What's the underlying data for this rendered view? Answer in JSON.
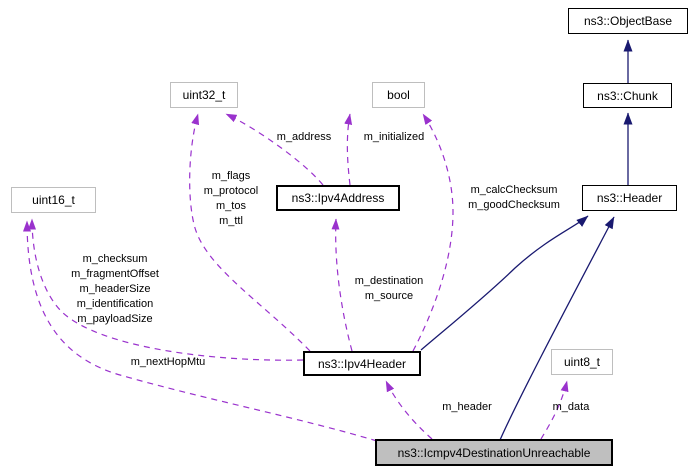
{
  "diagram_type": "doxygen-collaboration-graph",
  "nodes": {
    "object_base": {
      "label": "ns3::ObjectBase"
    },
    "chunk": {
      "label": "ns3::Chunk"
    },
    "header": {
      "label": "ns3::Header"
    },
    "uint32": {
      "label": "uint32_t"
    },
    "bool": {
      "label": "bool"
    },
    "uint16": {
      "label": "uint16_t"
    },
    "ipv4_address": {
      "label": "ns3::Ipv4Address"
    },
    "ipv4_header": {
      "label": "ns3::Ipv4Header"
    },
    "uint8": {
      "label": "uint8_t"
    },
    "icmpv4_destination_unreachable": {
      "label": "ns3::Icmpv4DestinationUnreachable"
    }
  },
  "edge_labels": {
    "address": "m_address",
    "initialized": "m_initialized",
    "flags": "m_flags\nm_protocol\nm_tos\nm_ttl",
    "checksum": "m_checksum\nm_fragmentOffset\nm_headerSize\nm_identification\nm_payloadSize",
    "calc": "m_calcChecksum\nm_goodChecksum",
    "destination": "m_destination\nm_source",
    "next_hop_mtu": "m_nextHopMtu",
    "header": "m_header",
    "data": "m_data"
  },
  "edges": [
    {
      "from": "ns3::Chunk",
      "to": "ns3::ObjectBase",
      "type": "inheritance"
    },
    {
      "from": "ns3::Header",
      "to": "ns3::Chunk",
      "type": "inheritance"
    },
    {
      "from": "ns3::Ipv4Header",
      "to": "ns3::Header",
      "type": "inheritance"
    },
    {
      "from": "ns3::Icmpv4DestinationUnreachable",
      "to": "ns3::Header",
      "type": "inheritance"
    },
    {
      "from": "ns3::Ipv4Address",
      "to": "uint32_t",
      "type": "usage",
      "label": "m_address"
    },
    {
      "from": "ns3::Ipv4Address",
      "to": "bool",
      "type": "usage",
      "label": "m_initialized"
    },
    {
      "from": "ns3::Ipv4Header",
      "to": "uint32_t",
      "type": "usage",
      "label": "m_flags m_protocol m_tos m_ttl"
    },
    {
      "from": "ns3::Ipv4Header",
      "to": "uint16_t",
      "type": "usage",
      "label": "m_checksum m_fragmentOffset m_headerSize m_identification m_payloadSize"
    },
    {
      "from": "ns3::Ipv4Header",
      "to": "bool",
      "type": "usage",
      "label": "m_calcChecksum m_goodChecksum"
    },
    {
      "from": "ns3::Ipv4Header",
      "to": "ns3::Ipv4Address",
      "type": "usage",
      "label": "m_destination m_source"
    },
    {
      "from": "ns3::Icmpv4DestinationUnreachable",
      "to": "uint16_t",
      "type": "usage",
      "label": "m_nextHopMtu"
    },
    {
      "from": "ns3::Icmpv4DestinationUnreachable",
      "to": "ns3::Ipv4Header",
      "type": "usage",
      "label": "m_header"
    },
    {
      "from": "ns3::Icmpv4DestinationUnreachable",
      "to": "uint8_t",
      "type": "usage",
      "label": "m_data"
    }
  ],
  "colors": {
    "usage_edge": "#9a32cd",
    "inheritance_edge": "#191970",
    "current_node_fill": "#bfbfbf",
    "type_node_border": "#bebebe",
    "class_node_border": "#000000"
  }
}
